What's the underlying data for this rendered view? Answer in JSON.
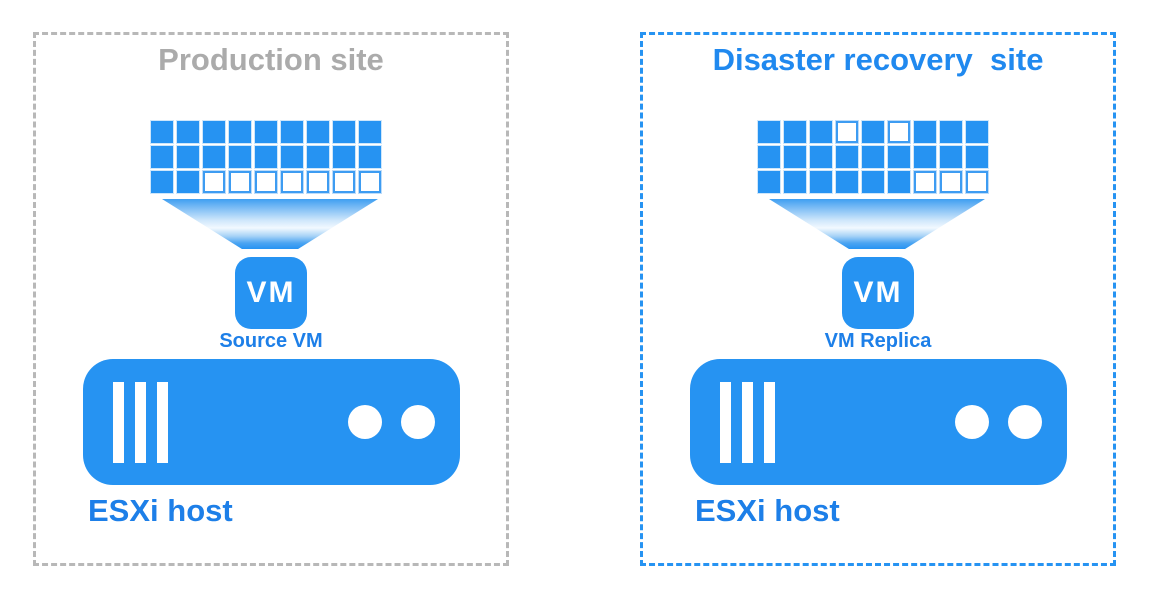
{
  "colors": {
    "primary_blue": "#2693f2",
    "label_text_blue": "#1d7fe8",
    "dr_title_blue": "#2089ef",
    "production_title_gray": "#ababab",
    "production_border_gray": "#b8b8b8",
    "white": "#ffffff"
  },
  "production_site": {
    "title": "Production site",
    "blocks": {
      "rows": [
        "111111111",
        "111111111",
        "110000000"
      ]
    },
    "vm_icon_label": "VM",
    "vm_label": "Source VM",
    "host_label": "ESXi host"
  },
  "dr_site": {
    "title": "Disaster recovery  site",
    "blocks": {
      "rows": [
        "111010111",
        "111111111",
        "111111000"
      ]
    },
    "vm_icon_label": "VM",
    "vm_label": "VM Replica",
    "host_label": "ESXi host"
  }
}
